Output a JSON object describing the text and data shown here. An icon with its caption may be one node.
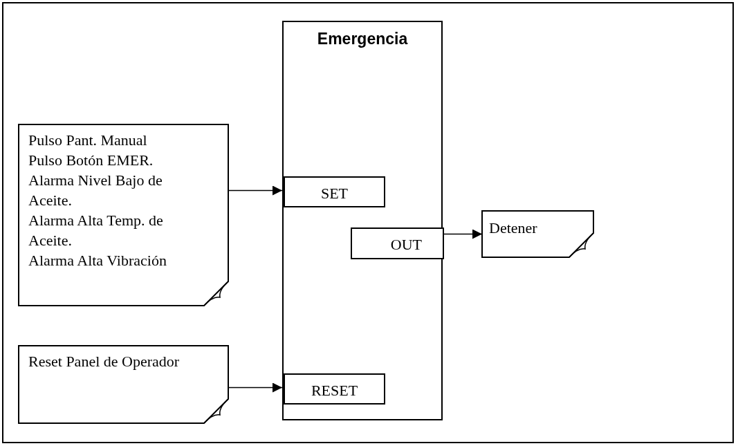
{
  "diagram": {
    "nodes": [
      {
        "text": [
          "Pulso Pant. Manual",
          "Pulso Botón EMER.",
          "Alarma Nivel Bajo de Aceite.",
          "Alarma Alta Temp. de Aceite.",
          "Alarma Alta Vibración"
        ]
      },
      {
        "text": [
          "Emergencia"
        ]
      },
      {
        "text": [
          "SET"
        ],
        "in": 1
      },
      {
        "text": [
          "OUT"
        ],
        "in": 1
      },
      {
        "text": [
          "RESET"
        ],
        "in": 1
      },
      {
        "text": [
          "Detener"
        ]
      },
      {
        "text": [
          "Reset Panel de Operador"
        ]
      }
    ],
    "edges": [
      {
        "from": 0,
        "to": 2,
        "arrow": "to"
      },
      {
        "from": 3,
        "to": 5,
        "arrow": "to"
      },
      {
        "from": 6,
        "to": 4,
        "arrow": "to"
      }
    ]
  }
}
